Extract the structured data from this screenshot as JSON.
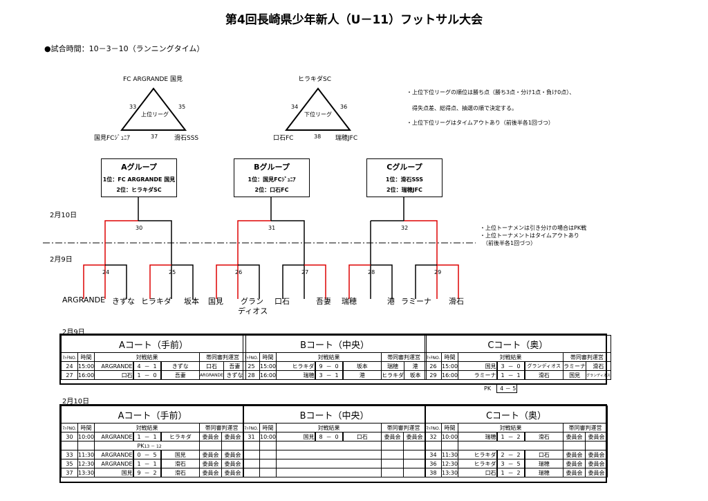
{
  "title": "第4回長崎県少年新人（U－11）フットサル大会",
  "match_time": "●試合時間：10－3－10（ランニングタイム）",
  "upper_league": {
    "name": "上位リーグ",
    "top": "FC ARGRANDE 国見",
    "left": "国見FCｼﾞｭﾆｱ",
    "right": "滑石SSS",
    "edge_left": "33",
    "edge_right": "35",
    "edge_bottom": "37"
  },
  "lower_league": {
    "name": "下位リーグ",
    "top": "ヒラキダSC",
    "left": "口石FC",
    "right": "瑞穂JFC",
    "edge_left": "34",
    "edge_right": "36",
    "edge_bottom": "38"
  },
  "notes": [
    "・上位下位リーグの順位は勝ち点（勝ち3点・分け1点・負け0点）、",
    "　得失点差、総得点、抽選の順で決定する。",
    "・上位下位リーグはタイムアウトあり（前後半各1回づつ）"
  ],
  "groups": [
    {
      "name": "Aグループ",
      "first": "1位：FC ARGRANDE 国見",
      "second": "2位：ヒラキダSC"
    },
    {
      "name": "Bグループ",
      "first": "1位：国見FCｼﾞｭﾆｱ",
      "second": "2位：口石FC"
    },
    {
      "name": "Cグループ",
      "first": "1位：滑石SSS",
      "second": "2位：瑞穂JFC"
    }
  ],
  "date_feb10": "2月10日",
  "date_feb9": "2月9日",
  "tournament_notes": [
    "・上位トーナメンは引き分けの場合はPK戦",
    "・上位トーナメントはタイムアウトあり",
    "　（前後半各1回づつ）"
  ],
  "bracket_numbers": [
    "30",
    "31",
    "32",
    "24",
    "25",
    "26",
    "27",
    "28",
    "29"
  ],
  "teams": [
    "ARGRANDE",
    "きずな",
    "ヒラキダ",
    "坂本",
    "国見",
    "グラン",
    "ディオス",
    "口石",
    "吾妻",
    "瑞穂",
    "港",
    "ラミーナ",
    "滑石"
  ],
  "labels": {
    "match_no": "ﾏｯﾁNO.",
    "time": "時間",
    "result": "対戦結果",
    "referee": "帯同審判運営",
    "court_a": "Aコート（手前）",
    "court_b": "Bコート（中央）",
    "court_c": "Cコート（奥）",
    "pk": "PK"
  },
  "day1": {
    "a": [
      {
        "no": "24",
        "time": "15:00",
        "home": "ARGRANDE",
        "s1": "4",
        "s2": "1",
        "away": "きずな",
        "r1": "口石",
        "r2": "吾妻"
      },
      {
        "no": "27",
        "time": "16:00",
        "home": "口石",
        "s1": "1",
        "s2": "0",
        "away": "吾妻",
        "r1": "ARGRANDE",
        "r2": "きずな"
      }
    ],
    "b": [
      {
        "no": "25",
        "time": "15:00",
        "home": "ヒラキダ",
        "s1": "9",
        "s2": "0",
        "away": "坂本",
        "r1": "瑞穂",
        "r2": "港"
      },
      {
        "no": "28",
        "time": "16:00",
        "home": "瑞穂",
        "s1": "3",
        "s2": "1",
        "away": "港",
        "r1": "ヒラキダ",
        "r2": "坂本"
      }
    ],
    "c": [
      {
        "no": "26",
        "time": "15:00",
        "home": "国見",
        "s1": "3",
        "s2": "0",
        "away": "グランディオス",
        "r1": "ラミーナ",
        "r2": "滑石"
      },
      {
        "no": "29",
        "time": "16:00",
        "home": "ラミーナ",
        "s1": "1",
        "s2": "1",
        "away": "滑石",
        "r1": "国見",
        "r2": "グランディオス"
      }
    ],
    "c_pk": {
      "s1": "4",
      "s2": "5"
    }
  },
  "day2": {
    "a": [
      {
        "no": "30",
        "time": "10:00",
        "home": "ARGRANDE",
        "s1": "1",
        "s2": "1",
        "away": "ヒラキダ",
        "r1": "委員会",
        "r2": "委員会"
      },
      {
        "pk": "13 － 12"
      },
      {
        "no": "33",
        "time": "11:30",
        "home": "ARGRANDE",
        "s1": "0",
        "s2": "5",
        "away": "国見",
        "r1": "委員会",
        "r2": "委員会"
      },
      {
        "no": "35",
        "time": "12:30",
        "home": "ARGRANDE",
        "s1": "1",
        "s2": "1",
        "away": "滑石",
        "r1": "委員会",
        "r2": "委員会"
      },
      {
        "no": "37",
        "time": "13:30",
        "home": "国見",
        "s1": "9",
        "s2": "2",
        "away": "滑石",
        "r1": "委員会",
        "r2": "委員会"
      }
    ],
    "b": [
      {
        "no": "31",
        "time": "10:00",
        "home": "国見",
        "s1": "8",
        "s2": "0",
        "away": "口石",
        "r1": "委員会",
        "r2": "委員会"
      }
    ],
    "c": [
      {
        "no": "32",
        "time": "10:00",
        "home": "瑞穂",
        "s1": "1",
        "s2": "2",
        "away": "滑石",
        "r1": "委員会",
        "r2": "委員会"
      },
      {
        "no": "34",
        "time": "11:30",
        "home": "ヒラキダ",
        "s1": "2",
        "s2": "2",
        "away": "口石",
        "r1": "委員会",
        "r2": "委員会"
      },
      {
        "no": "36",
        "time": "12:30",
        "home": "ヒラキダ",
        "s1": "3",
        "s2": "5",
        "away": "瑞穂",
        "r1": "委員会",
        "r2": "委員会"
      },
      {
        "no": "38",
        "time": "13:30",
        "home": "口石",
        "s1": "1",
        "s2": "2",
        "away": "瑞穂",
        "r1": "委員会",
        "r2": "委員会"
      }
    ]
  }
}
